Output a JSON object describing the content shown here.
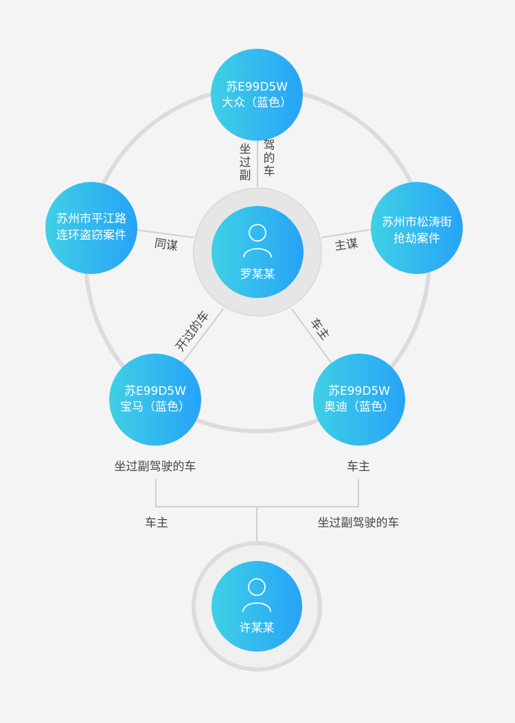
{
  "nodes": {
    "center": {
      "name": "罗某某"
    },
    "bottom": {
      "name": "许某某"
    },
    "car_top": {
      "line1": "苏E99D5W",
      "line2": "大众（蓝色）"
    },
    "case_left": {
      "line1": "苏州市平江路",
      "line2": "连环盗窃案件"
    },
    "case_right": {
      "line1": "苏州市松涛街",
      "line2": "抢劫案件"
    },
    "car_bl": {
      "line1": "苏E99D5W",
      "line2": "宝马（蓝色）"
    },
    "car_br": {
      "line1": "苏E99D5W",
      "line2": "奥迪（蓝色）"
    }
  },
  "edges": {
    "top_left": "坐过副",
    "top_right": "驾的车",
    "left": "同谋",
    "right": "主谋",
    "bottom_left": "开过的车",
    "bottom_right": "车主"
  },
  "captions": {
    "bl_upper": "坐过副驾驶的车",
    "br_upper": "车主",
    "bl_lower": "车主",
    "br_lower": "坐过副驾驶的车"
  },
  "colors": {
    "gradient_start": "#3fd0e6",
    "gradient_end": "#27a3f7",
    "ring": "#dcdcdc",
    "background": "#f4f4f4"
  }
}
